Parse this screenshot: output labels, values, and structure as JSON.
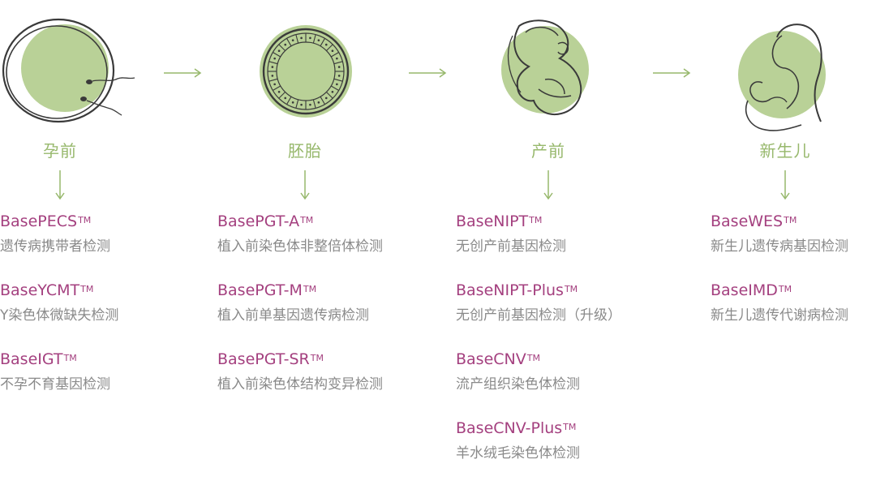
{
  "colors": {
    "stage_circle": "#b9d197",
    "label_green": "#97b86c",
    "product_code": "#a4407f",
    "description_gray": "#8a8a8a",
    "line_art": "#3a3a3a"
  },
  "stages": [
    {
      "label": "孕前",
      "icon": "egg-and-sperm-icon",
      "products": [
        {
          "code": "BasePECS",
          "tm": "TM",
          "desc": "遗传病携带者检测"
        },
        {
          "code": "BaseYCMT",
          "tm": "TM",
          "desc": "Y染色体微缺失检测"
        },
        {
          "code": "BaseIGT",
          "tm": "TM",
          "desc": "不孕不育基因检测"
        }
      ]
    },
    {
      "label": "胚胎",
      "icon": "blastocyst-icon",
      "products": [
        {
          "code": "BasePGT-A",
          "tm": "TM",
          "desc": "植入前染色体非整倍体检测"
        },
        {
          "code": "BasePGT-M",
          "tm": "TM",
          "desc": "植入前单基因遗传病检测"
        },
        {
          "code": "BasePGT-SR",
          "tm": "TM",
          "desc": "植入前染色体结构变异检测"
        }
      ]
    },
    {
      "label": "产前",
      "icon": "fetus-icon",
      "products": [
        {
          "code": "BaseNIPT",
          "tm": "TM",
          "desc": "无创产前基因检测"
        },
        {
          "code": "BaseNIPT-Plus",
          "tm": "TM",
          "desc": "无创产前基因检测（升级）"
        },
        {
          "code": "BaseCNV",
          "tm": "TM",
          "desc": "流产组织染色体检测"
        },
        {
          "code": "BaseCNV-Plus",
          "tm": "TM",
          "desc": "羊水绒毛染色体检测"
        }
      ]
    },
    {
      "label": "新生儿",
      "icon": "mother-and-baby-icon",
      "products": [
        {
          "code": "BaseWES",
          "tm": "TM",
          "desc": "新生儿遗传病基因检测"
        },
        {
          "code": "BaseIMD",
          "tm": "TM",
          "desc": "新生儿遗传代谢病检测"
        }
      ]
    }
  ]
}
